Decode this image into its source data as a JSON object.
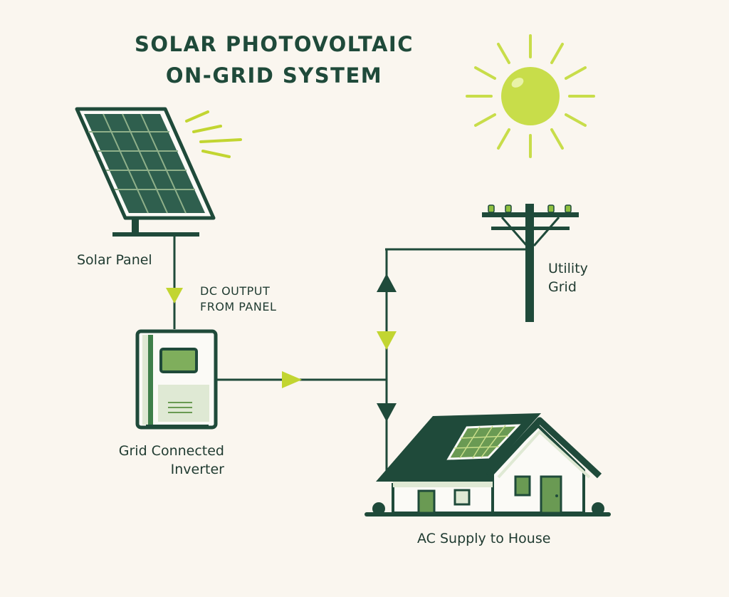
{
  "title": {
    "line1": "SOLAR PHOTOVOLTAIC",
    "line2": "ON-GRID SYSTEM"
  },
  "labels": {
    "solar_panel": "Solar Panel",
    "dc_output_line1": "DC OUTPUT",
    "dc_output_line2": "FROM PANEL",
    "inverter_line1": "Grid Connected",
    "inverter_line2": "Inverter",
    "utility_line1": "Utility",
    "utility_line2": "Grid",
    "house": "AC Supply to House"
  },
  "colors": {
    "background": "#faf6ef",
    "dark_green": "#1f4a3a",
    "accent_lime": "#c2d531",
    "sun": "#c8dd4a",
    "panel_cell": "#2f5f4e",
    "light_green": "#dfe9d4",
    "mid_green": "#6a9a53"
  },
  "icons": [
    "sun-icon",
    "solar-panel-icon",
    "inverter-icon",
    "utility-pole-icon",
    "house-icon"
  ]
}
